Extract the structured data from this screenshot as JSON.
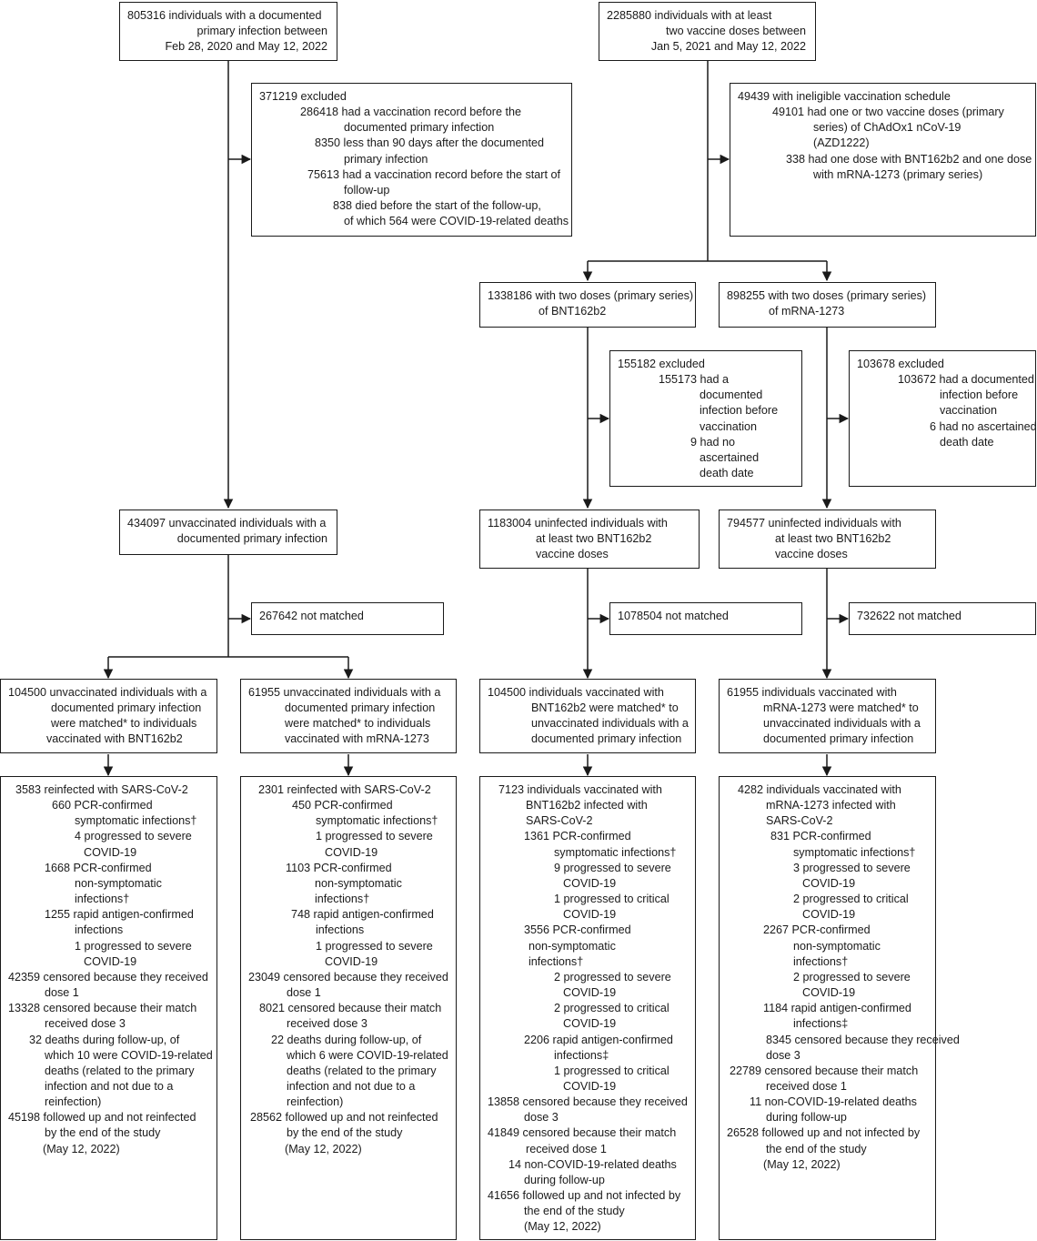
{
  "nodes": {
    "inf_start": [
      "805316 individuals with a documented",
      "primary infection between",
      "Feb 28, 2020 and May 12, 2022"
    ],
    "vac_start": [
      "2285880 individuals with at least",
      "two vaccine doses between",
      "Jan 5, 2021 and May 12, 2022"
    ],
    "inf_excl": [
      "371219 excluded",
      "286418 had a vaccination record before the",
      "documented primary infection",
      "8350 less than 90 days after the documented",
      "primary infection",
      "75613 had a vaccination record before the start of",
      "follow-up",
      "838 died before the start of the follow-up,",
      "of which 564 were COVID-19-related deaths"
    ],
    "vac_excl": [
      "49439 with ineligible vaccination schedule",
      "49101 had one or two vaccine doses (primary",
      "series) of ChAdOx1 nCoV-19",
      "(AZD1222)",
      "338 had one dose with BNT162b2 and one dose",
      "with mRNA-1273 (primary series)"
    ],
    "bnt_two": [
      "1338186 with two doses (primary series)",
      "of BNT162b2"
    ],
    "mrna_two": [
      "898255 with two doses (primary series)",
      "of mRNA-1273"
    ],
    "bnt_excl": [
      "155182 excluded",
      "155173 had a",
      "documented",
      "infection before",
      "vaccination",
      "9 had no",
      "ascertained",
      "death date"
    ],
    "mrna_excl": [
      "103678 excluded",
      "103672 had a documented",
      "infection before",
      "vaccination",
      "6 had no ascertained",
      "death date"
    ],
    "unvac": [
      "434097 unvaccinated individuals with a",
      "documented primary infection"
    ],
    "bnt_uninf": [
      "1183004 uninfected individuals with",
      "at least two BNT162b2",
      "vaccine doses"
    ],
    "mrna_uninf": [
      "794577 uninfected individuals with",
      "at least two BNT162b2",
      "vaccine doses"
    ],
    "unvac_nm": [
      "267642 not matched"
    ],
    "bnt_nm": [
      "1078504 not matched"
    ],
    "mrna_nm": [
      "732622 not matched"
    ],
    "m1": [
      "104500 unvaccinated individuals with a",
      "documented primary infection",
      "were matched* to individuals",
      "vaccinated with BNT162b2"
    ],
    "m2": [
      "61955 unvaccinated individuals with a",
      "documented primary infection",
      "were matched* to individuals",
      "vaccinated with mRNA-1273"
    ],
    "m3": [
      "104500 individuals vaccinated with",
      "BNT162b2 were matched* to",
      "unvaccinated individuals with a",
      "documented primary infection"
    ],
    "m4": [
      "61955 individuals vaccinated with",
      "mRNA-1273 were matched* to",
      "unvaccinated individuals with a",
      "documented primary infection"
    ],
    "o1": [
      "3583 reinfected with SARS-CoV-2",
      "660 PCR-confirmed",
      "symptomatic infections†",
      "4 progressed to severe",
      "COVID-19",
      "1668 PCR-confirmed",
      "non-symptomatic",
      "infections†",
      "1255 rapid antigen-confirmed",
      "infections",
      "1 progressed to severe",
      "COVID-19",
      "42359 censored because they received",
      "dose 1",
      "13328 censored because their match",
      "received dose 3",
      "32 deaths during follow-up, of",
      "which 10 were COVID-19-related",
      "deaths (related to the primary",
      "infection and not due to a",
      "reinfection)",
      "45198 followed up and not reinfected",
      "by the end of the study",
      "(May 12, 2022)"
    ],
    "o2": [
      "2301 reinfected with SARS-CoV-2",
      "450 PCR-confirmed",
      "symptomatic infections†",
      "1 progressed to severe",
      "COVID-19",
      "1103 PCR-confirmed",
      "non-symptomatic",
      "infections†",
      "748 rapid antigen-confirmed",
      "infections",
      "1 progressed to severe",
      "COVID-19",
      "23049 censored because they received",
      "dose 1",
      "8021 censored because their match",
      "received dose 3",
      "22 deaths during follow-up, of",
      "which 6 were COVID-19-related",
      "deaths (related to the primary",
      "infection and not due to a",
      "reinfection)",
      "28562 followed up and not reinfected",
      "by the end of the study",
      "(May 12, 2022)"
    ],
    "o3": [
      "7123 individuals vaccinated with",
      "BNT162b2 infected with",
      "SARS-CoV-2",
      "1361 PCR-confirmed",
      "symptomatic infections†",
      "9 progressed to severe",
      "COVID-19",
      "1 progressed to critical",
      "COVID-19",
      "3556 PCR-confirmed",
      "non-symptomatic",
      "infections†",
      "2 progressed to severe",
      "COVID-19",
      "2 progressed to critical",
      "COVID-19",
      "2206 rapid antigen-confirmed",
      "infections‡",
      "1 progressed to critical",
      "COVID-19",
      "13858 censored because they received",
      "dose 3",
      "41849 censored because their match",
      "received dose 1",
      "14 non-COVID-19-related deaths",
      "during follow-up",
      "41656 followed up and not infected by",
      "the end of the study",
      "(May 12, 2022)"
    ],
    "o4": [
      "4282 individuals vaccinated with",
      "mRNA-1273 infected with",
      "SARS-CoV-2",
      "831 PCR-confirmed",
      "symptomatic infections†",
      "3 progressed to severe",
      "COVID-19",
      "2 progressed to critical",
      "COVID-19",
      "2267 PCR-confirmed",
      "non-symptomatic",
      "infections†",
      "2 progressed to severe",
      "COVID-19",
      "1184 rapid antigen-confirmed",
      "infections‡",
      "8345 censored because they received",
      "dose 3",
      "22789 censored because their match",
      "received dose 1",
      "11 non-COVID-19-related deaths",
      "during follow-up",
      "26528 followed up and not infected by",
      "the end of the study",
      "(May 12, 2022)"
    ]
  }
}
